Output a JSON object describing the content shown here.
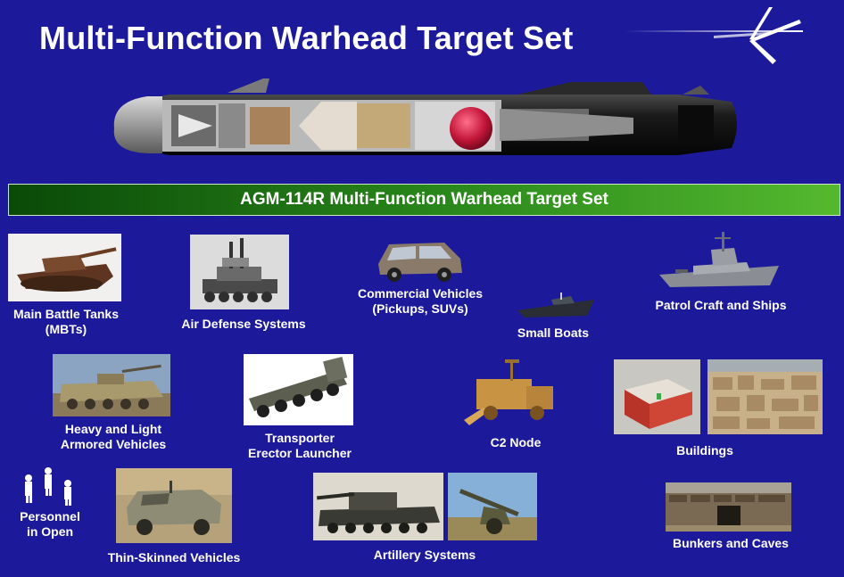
{
  "title": "Multi-Function Warhead Target Set",
  "banner": "AGM-114R Multi-Function Warhead Target Set",
  "colors": {
    "background": "#1c1a9a",
    "banner_dark": "#0a4a08",
    "banner_light": "#55b92f",
    "text": "#ffffff"
  },
  "logo_icon": "star-logo-icon",
  "targets": {
    "mbt": {
      "line1": "Main Battle Tanks",
      "line2": "(MBTs)"
    },
    "air_defense": {
      "line1": "Air Defense Systems"
    },
    "commercial": {
      "line1": "Commercial Vehicles",
      "line2": "(Pickups, SUVs)"
    },
    "small_boats": {
      "line1": "Small Boats"
    },
    "patrol": {
      "line1": "Patrol Craft and Ships"
    },
    "armored": {
      "line1": "Heavy and Light",
      "line2": "Armored Vehicles"
    },
    "tel": {
      "line1": "Transporter",
      "line2": "Erector Launcher"
    },
    "c2": {
      "line1": "C2 Node"
    },
    "buildings": {
      "line1": "Buildings"
    },
    "personnel": {
      "line1": "Personnel",
      "line2": "in Open"
    },
    "thin_skinned": {
      "line1": "Thin-Skinned Vehicles"
    },
    "artillery": {
      "line1": "Artillery Systems"
    },
    "bunkers": {
      "line1": "Bunkers and Caves"
    }
  }
}
